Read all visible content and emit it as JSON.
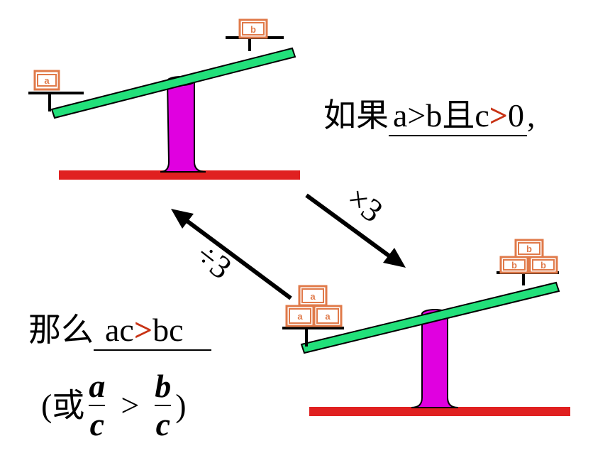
{
  "colors": {
    "beam": "#22e07a",
    "pillar": "#e000e0",
    "base": "#e02020",
    "box_border": "#e07a4a",
    "accent_red": "#c83214"
  },
  "boxes": {
    "top_left": "a",
    "top_right": "b",
    "bottom_left": [
      "a",
      "a",
      "a"
    ],
    "bottom_right": [
      "b",
      "b",
      "b"
    ]
  },
  "arrows": {
    "multiply_label": "×3",
    "divide_label": "÷3"
  },
  "condition": {
    "prefix": "如果",
    "expr_a": "a>b且c",
    "expr_gt": ">",
    "expr_b": "0",
    "suffix": ","
  },
  "conclusion": {
    "prefix": "那么",
    "expr_a": "ac",
    "expr_gt": ">",
    "expr_b": "bc"
  },
  "alternative": {
    "open": "(或",
    "num1": "a",
    "den1": "c",
    "op": ">",
    "num2": "b",
    "den2": "c",
    "close": ")"
  }
}
